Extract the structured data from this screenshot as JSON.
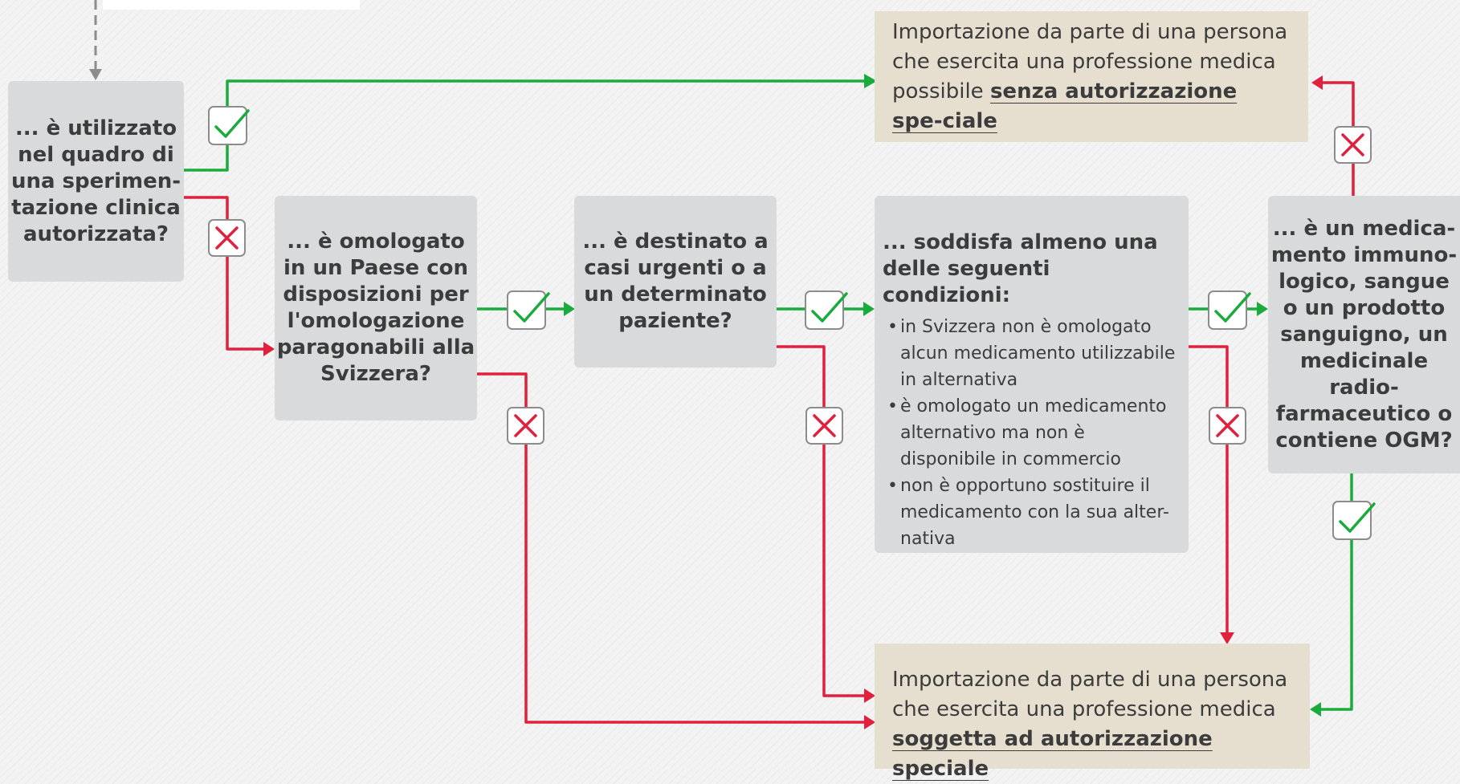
{
  "colors": {
    "yes": "#1aab3c",
    "no": "#e0203c",
    "neutral": "#8c8c8c",
    "question_bg": "#d9dadc",
    "result_bg": "#e6dfd0"
  },
  "icons": {
    "yes": "check-icon",
    "no": "cross-icon"
  },
  "questions": {
    "clinical_trial": [
      "... è utilizzato",
      "nel quadro di",
      "una sperimen-",
      "tazione clinica",
      "autorizzata?"
    ],
    "approved_country": [
      "... è omologato",
      "in un Paese con",
      "disposizioni per",
      "l'omologazione",
      "paragonabili alla",
      "Svizzera?"
    ],
    "urgent": [
      "... è destinato a",
      "casi urgenti o a",
      "un determinato",
      "paziente?"
    ],
    "immunologic": [
      "... è un medica-",
      "mento immuno-",
      "logico, sangue",
      "o un prodotto",
      "sanguigno, un",
      "medicinale radio-",
      "farmaceutico o",
      "contiene OGM?"
    ]
  },
  "conditions": {
    "title": "... soddisfa almeno una delle seguenti condizioni:",
    "items": [
      "in Svizzera non è omologato alcun medicamento utilizzabile in alternativa",
      "è omologato un medicamento alternativo ma non è disponibile in commercio",
      "non è opportuno sostituire il medicamento con la sua alter-nativa"
    ]
  },
  "results": {
    "no_authorization": {
      "text": "Importazione da parte di una persona che esercita una professione medica possibile ",
      "emphasis": "senza autorizzazione spe-ciale"
    },
    "with_authorization": {
      "text": "Importazione da parte di una persona che esercita una professione medica ",
      "emphasis": "soggetta ad autorizzazione speciale"
    }
  }
}
